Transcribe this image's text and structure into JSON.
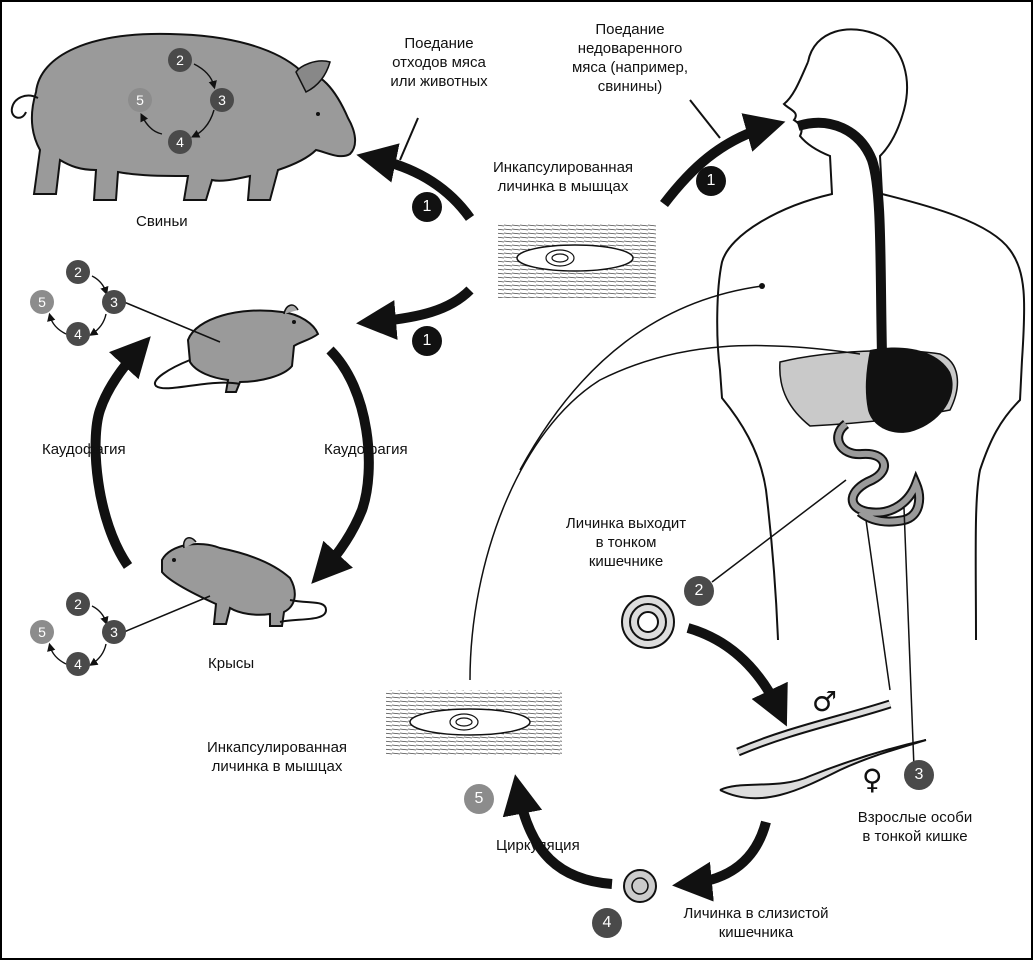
{
  "labels": {
    "pigs": "Свиньи",
    "rats": "Крысы",
    "eat_waste": [
      "Поедание",
      "отходов мяса",
      "или животных"
    ],
    "eat_undercooked": [
      "Поедание",
      "недоваренного",
      "мяса (например,",
      "свинины)"
    ],
    "encysted_top": [
      "Инкапсулированная",
      "личинка в мышцах"
    ],
    "encysted_bottom": [
      "Инкапсулированная",
      "личинка в мышцах"
    ],
    "caudophagy_left": "Каудофагия",
    "caudophagy_right": "Каудофагия",
    "larva_exits": [
      "Личинка выходит",
      "в тонком",
      "кишечнике"
    ],
    "adults": [
      "Взрослые особи",
      "в тонкой кишке"
    ],
    "circulation": "Циркуляция",
    "larva_mucosa": [
      "Личинка в слизистой",
      "кишечника"
    ]
  },
  "stages": {
    "s1": "1",
    "s2": "2",
    "s3": "3",
    "s4": "4",
    "s5": "5"
  },
  "symbols": {
    "male": "♂",
    "female": "♀"
  },
  "colors": {
    "stage1": "#111111",
    "stage2to4": "#4a4a4a",
    "stage5": "#8c8c8c",
    "animal_fill": "#9a9a9a",
    "arrow": "#111111"
  }
}
